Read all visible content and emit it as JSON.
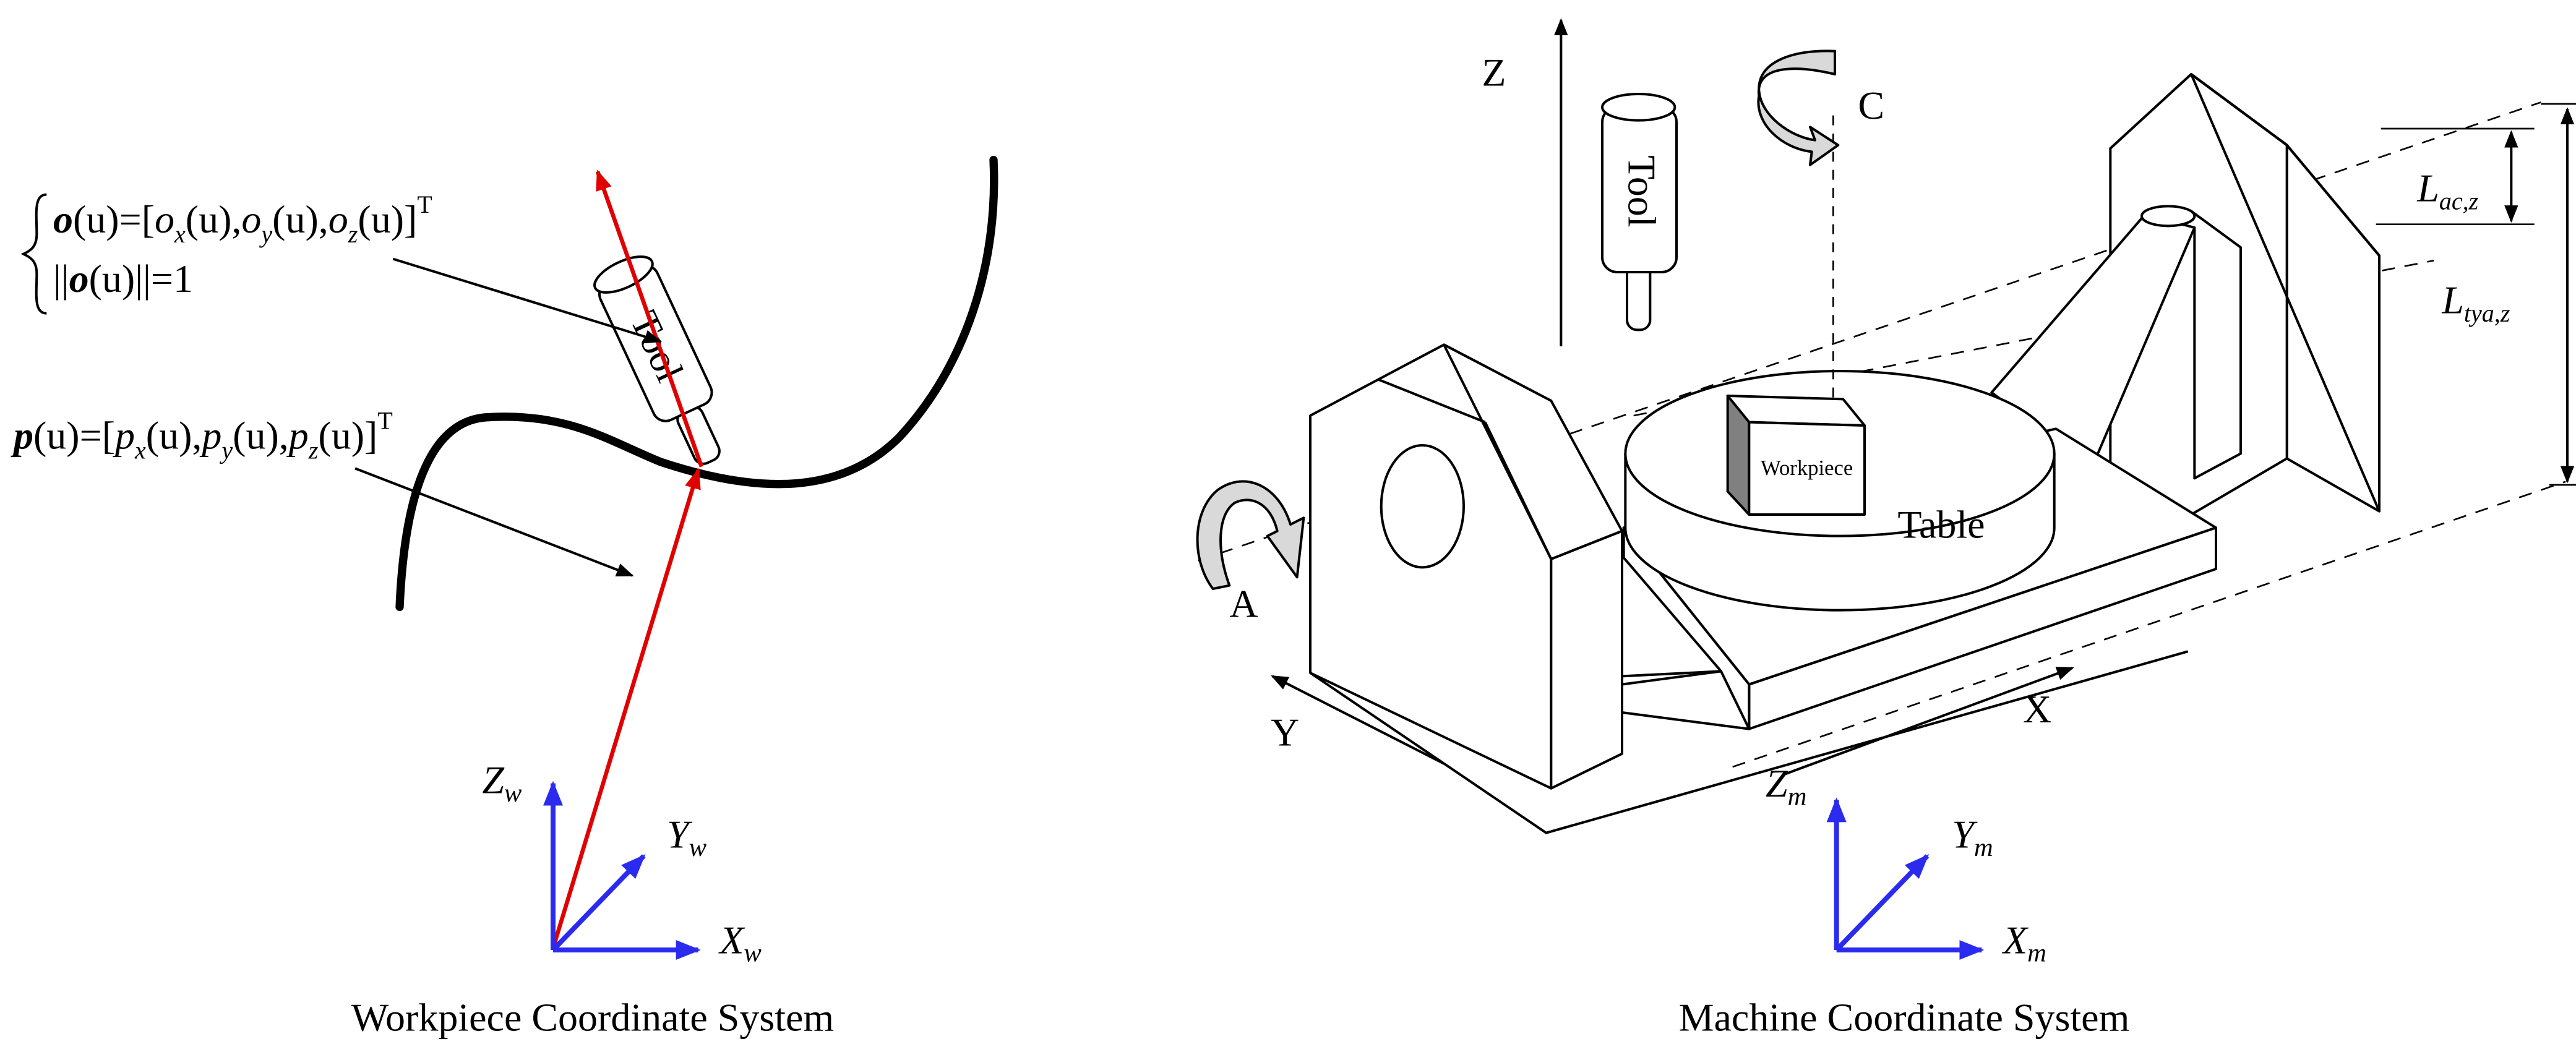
{
  "left": {
    "caption": "Workpiece Coordinate System",
    "tool_label": "Tool",
    "eq_o": {
      "base": "o",
      "u": "(u)=[",
      "ox": "o",
      "x": "x",
      "ou1": "(u),",
      "oy": "o",
      "y": "y",
      "ou2": "(u),",
      "oz": "o",
      "z": "z",
      "ou3": "(u)]",
      "sup": "T"
    },
    "eq_norm": {
      "bars1": "||",
      "base": "o",
      "u": "(u)",
      "bars2": "||=1"
    },
    "eq_p": {
      "base": "p",
      "u": "(u)=[",
      "px": "p",
      "x": "x",
      "pu1": "(u),",
      "py": "p",
      "y": "y",
      "pu2": "(u),",
      "pz": "p",
      "z": "z",
      "pu3": "(u)]",
      "sup": "T"
    },
    "axes": {
      "z": "Z",
      "z_sub": "w",
      "y": "Y",
      "y_sub": "w",
      "x": "X",
      "x_sub": "w"
    }
  },
  "right": {
    "caption": "Machine Coordinate System",
    "z_axis": "Z",
    "c_axis": "C",
    "a_axis": "A",
    "y_axis": "Y",
    "x_axis": "X",
    "tool_label": "Tool",
    "workpiece_label": "Workpiece",
    "table_label": "Table",
    "dim_lac": {
      "base": "L",
      "sub": "ac,z"
    },
    "dim_ltya": {
      "base": "L",
      "sub": "tya,z"
    },
    "axes": {
      "z": "Z",
      "z_sub": "m",
      "y": "Y",
      "y_sub": "m",
      "x": "X",
      "x_sub": "m"
    }
  },
  "colors": {
    "vector": "#e00000",
    "axis": "#2b2bf0",
    "line": "#000000",
    "arrow_fill": "#d9d9d9"
  }
}
